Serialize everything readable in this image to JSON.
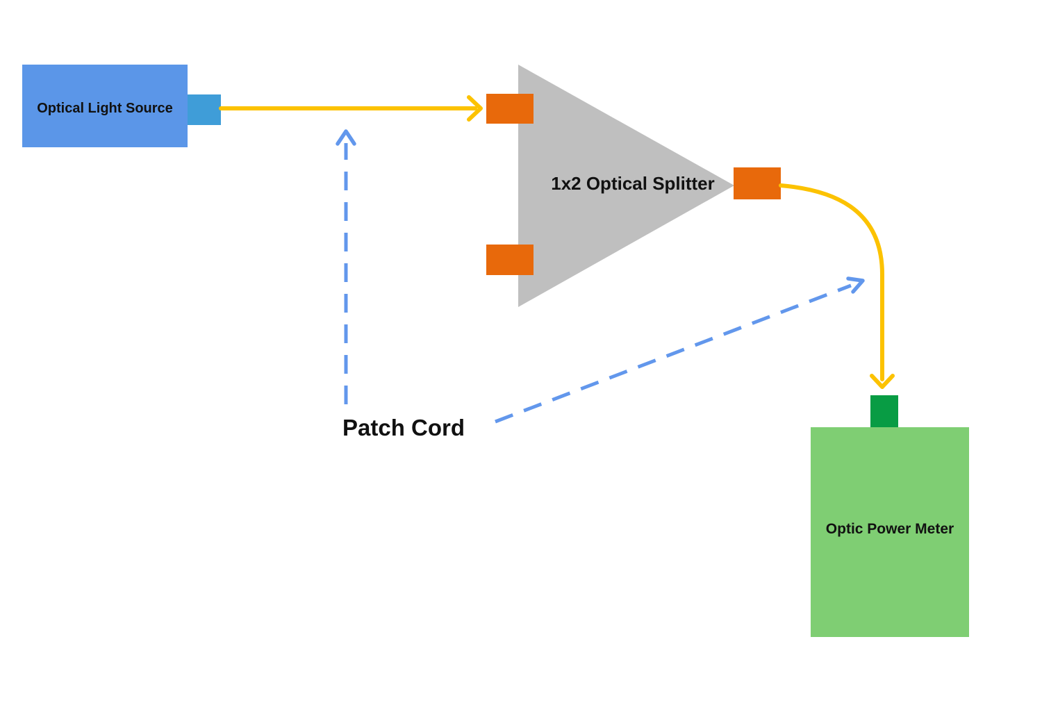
{
  "nodes": {
    "light_source": {
      "label": "Optical Light Source"
    },
    "splitter": {
      "label": "1x2 Optical Splitter"
    },
    "power_meter": {
      "label": "Optic Power Meter"
    }
  },
  "annotations": {
    "patch_cord": {
      "label": "Patch Cord"
    }
  },
  "colors": {
    "light_source_box": "#5b96e8",
    "light_source_port": "#3f9dd8",
    "splitter_body": "#bfbfbf",
    "connector_orange": "#e8690b",
    "meter_box": "#7fce73",
    "meter_connector": "#089c44",
    "fiber_yellow": "#fcc200",
    "callout_blue": "#6297ec",
    "label_text": "#111111",
    "background": "#ffffff"
  }
}
